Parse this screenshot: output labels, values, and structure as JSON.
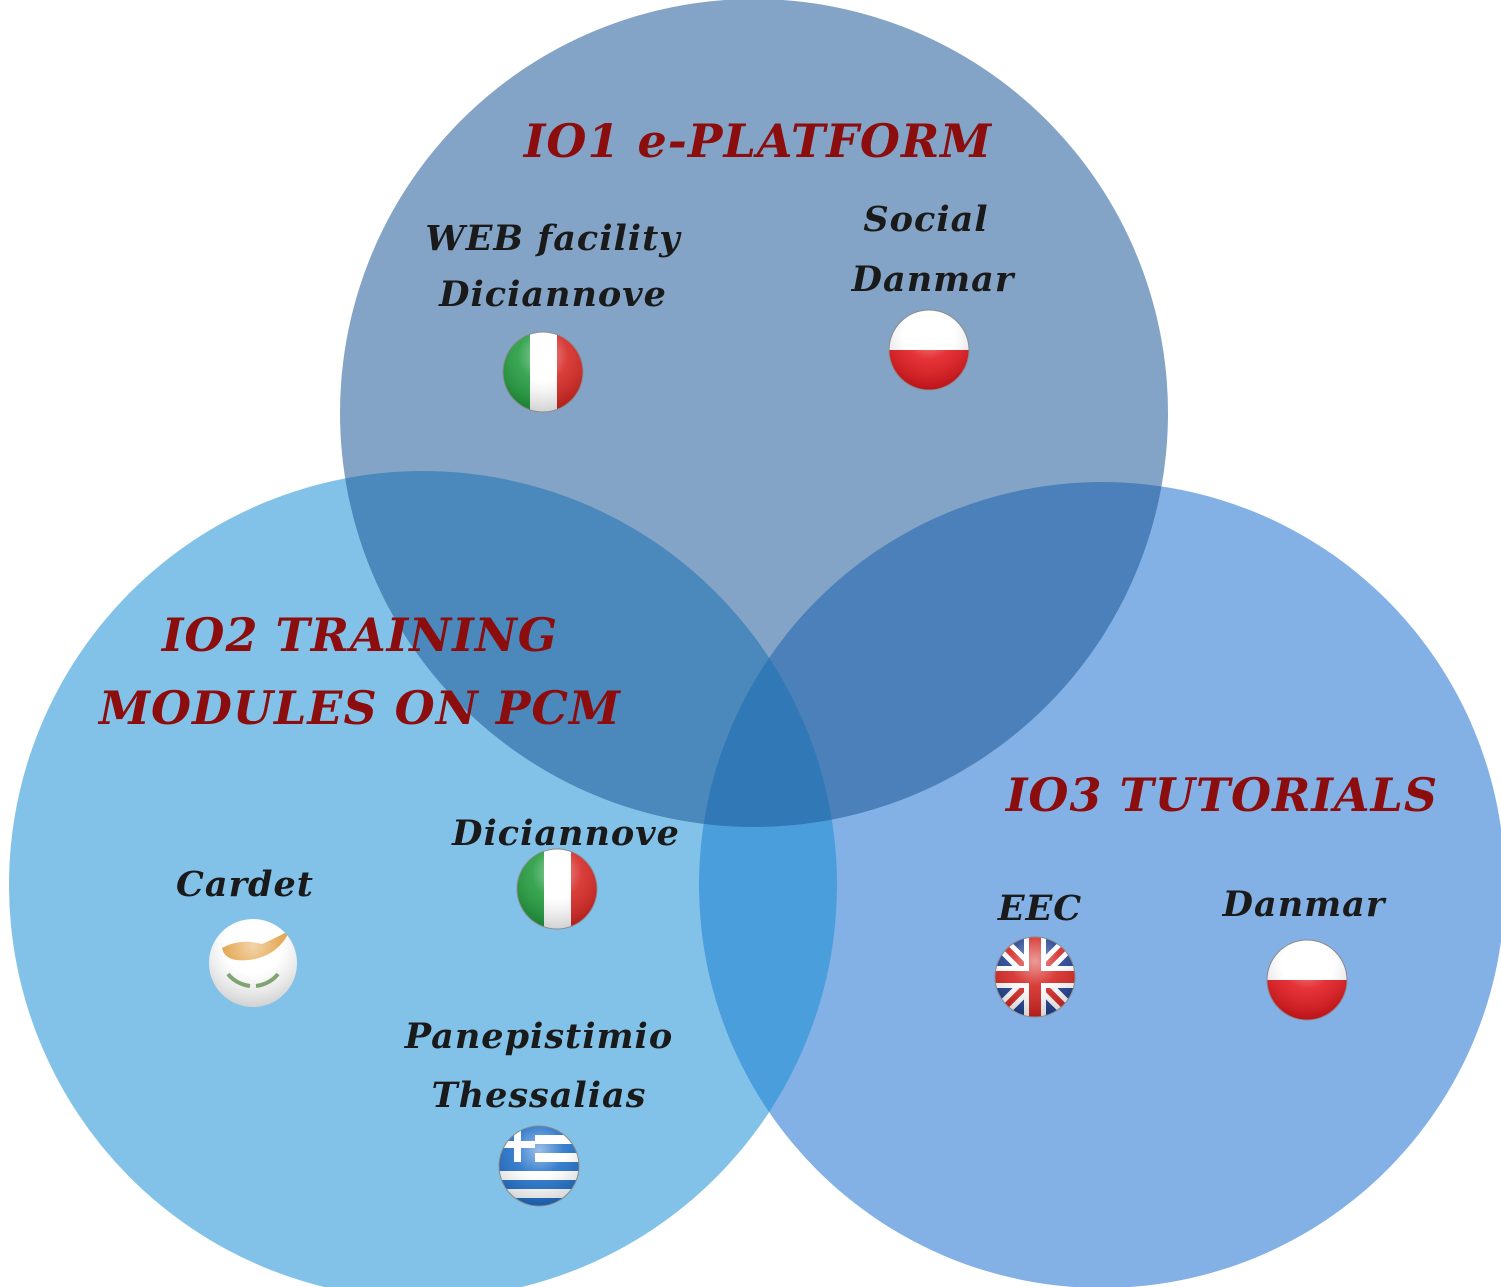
{
  "colors": {
    "title": "#8b0d0d",
    "label": "#1a1a1a",
    "circle_platform": "#1d5a97",
    "circle_training": "#1d8fd6",
    "circle_tutorials": "#1d6fd0"
  },
  "circles": {
    "platform": {
      "title": "IO1 e-PLATFORM",
      "partners": [
        {
          "lines": [
            "WEB facility",
            "Diciannove"
          ],
          "flag": "italy-flag-icon"
        },
        {
          "lines": [
            "Social",
            "Danmar"
          ],
          "flag": "poland-flag-icon"
        }
      ]
    },
    "training": {
      "title_lines": [
        "IO2 TRAINING",
        "MODULES ON PCM"
      ],
      "partners": [
        {
          "lines": [
            "Cardet"
          ],
          "flag": "cyprus-flag-icon"
        },
        {
          "lines": [
            "Diciannove"
          ],
          "flag": "italy-flag-icon"
        },
        {
          "lines": [
            "Panepistimio",
            "Thessalias"
          ],
          "flag": "greece-flag-icon"
        }
      ]
    },
    "tutorials": {
      "title": "IO3 TUTORIALS",
      "partners": [
        {
          "lines": [
            "EEC"
          ],
          "flag": "uk-flag-icon"
        },
        {
          "lines": [
            "Danmar"
          ],
          "flag": "poland-flag-icon"
        }
      ]
    }
  }
}
